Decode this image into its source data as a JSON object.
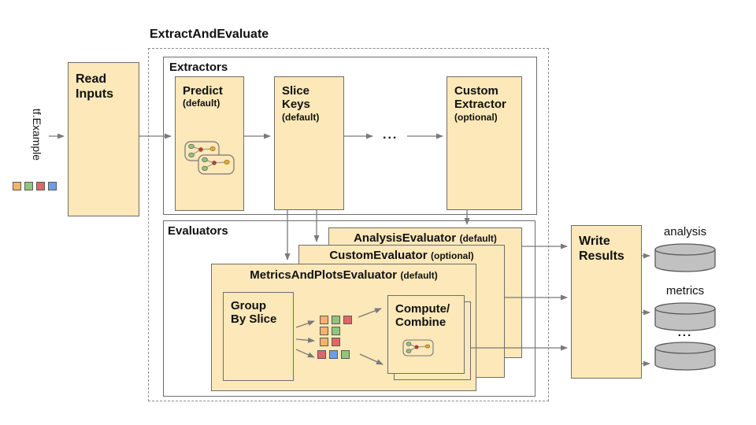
{
  "title": "ExtractAndEvaluate",
  "input": {
    "label": "tf.Example",
    "squares": [
      "orange",
      "green",
      "red",
      "blue"
    ]
  },
  "read_inputs": {
    "line1": "Read",
    "line2": "Inputs"
  },
  "extractors": {
    "label": "Extractors",
    "predict": {
      "name": "Predict",
      "qualifier": "(default)"
    },
    "slice_keys": {
      "line1": "Slice",
      "line2": "Keys",
      "qualifier": "(default)"
    },
    "ellipsis": "...",
    "custom": {
      "line1": "Custom",
      "line2": "Extractor",
      "qualifier": "(optional)"
    }
  },
  "evaluators": {
    "label": "Evaluators",
    "analysis": {
      "name": "AnalysisEvaluator",
      "qualifier": "(default)"
    },
    "custom": {
      "name": "CustomEvaluator",
      "qualifier": "(optional)"
    },
    "metrics_plots": {
      "name": "MetricsAndPlotsEvaluator",
      "qualifier": "(default)"
    },
    "group_by_slice": {
      "line1": "Group",
      "line2": "By Slice"
    },
    "compute_combine": {
      "line1": "Compute/",
      "line2": "Combine"
    },
    "slice_grid": [
      [
        "orange",
        "green",
        "red"
      ],
      [
        "orange",
        "green"
      ],
      [
        "orange",
        "red"
      ],
      [
        "red",
        "blue",
        "green"
      ]
    ]
  },
  "write_results": {
    "line1": "Write",
    "line2": "Results"
  },
  "outputs": [
    {
      "label": "analysis"
    },
    {
      "label": "metrics"
    },
    {
      "label": "..."
    }
  ],
  "colors": {
    "orange": "#F6B26B",
    "green": "#93C47D",
    "red": "#E06666",
    "blue": "#6D9EEB",
    "box_fill": "#FCE8B8",
    "box_border": "#6E6E6E",
    "cylinder_fill": "#C1C1C1",
    "cylinder_border": "#595959",
    "arrow": "#7A7A7A"
  }
}
